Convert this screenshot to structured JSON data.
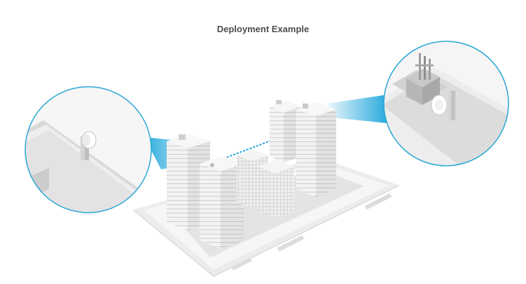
{
  "diagram": {
    "title": "Deployment Example",
    "colors": {
      "beam": "#1fa6dc",
      "callout_ring": "#2aa7d5",
      "building_light": "#f2f2f2",
      "building_mid": "#e2e2e2",
      "building_dark": "#cfcfcf",
      "ground": "#e9e9e9"
    },
    "nodes": [
      {
        "id": "left-callout",
        "depicts": "rooftop-mounted-radio-closeup"
      },
      {
        "id": "right-callout",
        "depicts": "rooftop-mounted-dish-closeup"
      },
      {
        "id": "city-block",
        "depicts": "isometric-city-block"
      }
    ]
  }
}
